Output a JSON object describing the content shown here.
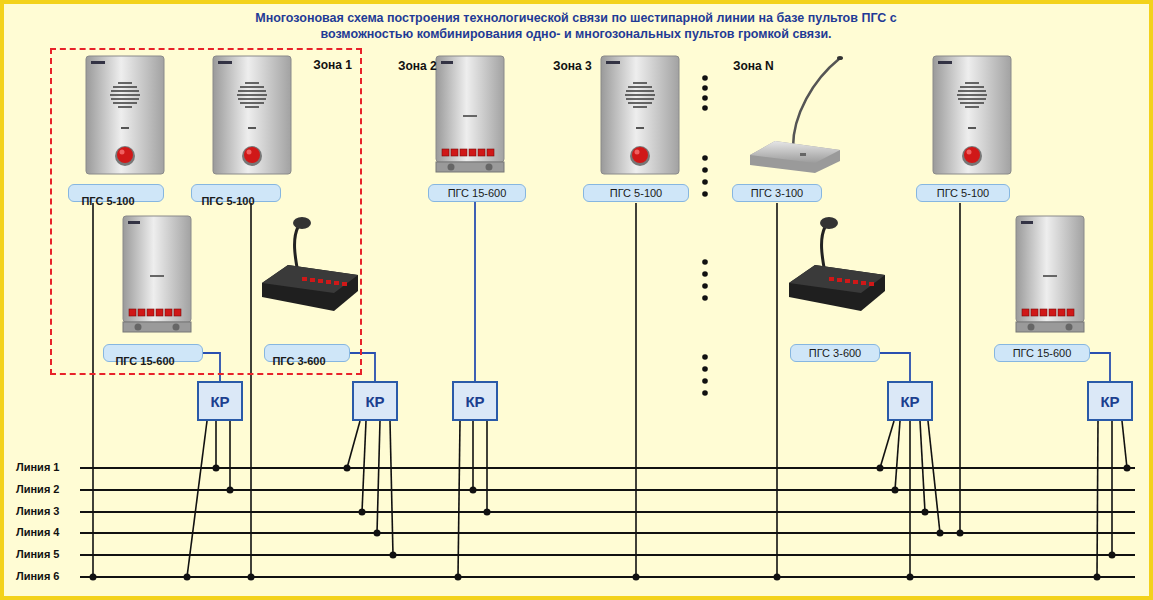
{
  "diagram": {
    "title": "Многозоновая схема построения технологической связи по шестипарной линии на базе пультов ПГС с возможностью комбинирования одно- и многозональных пультов громкой связи.",
    "nodes": [
      {
        "text": [
          "Зона 1"
        ]
      },
      {
        "text": [
          "ПГС 5-100"
        ],
        "in": 0
      },
      {
        "text": [
          "ПГС 5-100"
        ],
        "in": 0
      },
      {
        "text": [
          "ПГС 15-600"
        ],
        "in": 0
      },
      {
        "text": [
          "ПГС 3-600"
        ],
        "in": 0
      },
      {
        "text": [
          "ПГС 15-600"
        ]
      },
      {
        "text": [
          "ПГС 5-100"
        ]
      },
      {
        "text": [
          "ПГС 3-100"
        ]
      },
      {
        "text": [
          "ПГС 5-100"
        ]
      },
      {
        "text": [
          "ПГС 3-600"
        ]
      },
      {
        "text": [
          "ПГС 15-600"
        ]
      },
      {
        "text": [
          "КР"
        ]
      },
      {
        "text": [
          "КР"
        ]
      },
      {
        "text": [
          "КР"
        ]
      },
      {
        "text": [
          "КР"
        ]
      },
      {
        "text": [
          "КР"
        ]
      }
    ],
    "edges": [
      {
        "from": 3,
        "to": 11,
        "arrow": "none"
      },
      {
        "from": 4,
        "to": 12,
        "arrow": "none"
      },
      {
        "from": 5,
        "to": 13,
        "arrow": "none"
      },
      {
        "from": 9,
        "to": 14,
        "arrow": "none"
      },
      {
        "from": 10,
        "to": 15,
        "arrow": "none"
      }
    ],
    "labels": [
      "Зона 2",
      "Зона 3",
      "Зона N",
      "Линия 1",
      "Линия 2",
      "Линия 3",
      "Линия 4",
      "Линия 5",
      "Линия 6"
    ]
  }
}
